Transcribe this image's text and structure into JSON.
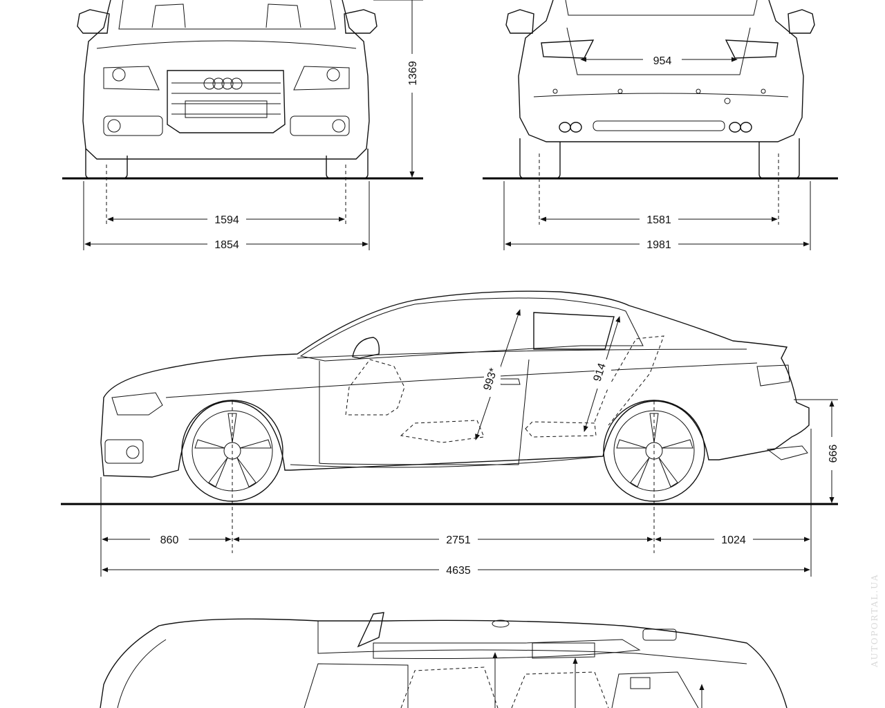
{
  "dimensions": {
    "height": "1369",
    "front_track": "1594",
    "front_width": "1854",
    "rear_boot_width": "954",
    "rear_track": "1581",
    "rear_width": "1981",
    "front_headroom": "993*",
    "rear_headroom": "914",
    "rear_sill_height": "666",
    "front_overhang": "860",
    "wheelbase": "2751",
    "rear_overhang": "1024",
    "overall_length": "4635"
  },
  "watermark": "AUTOPORTAL.UA"
}
